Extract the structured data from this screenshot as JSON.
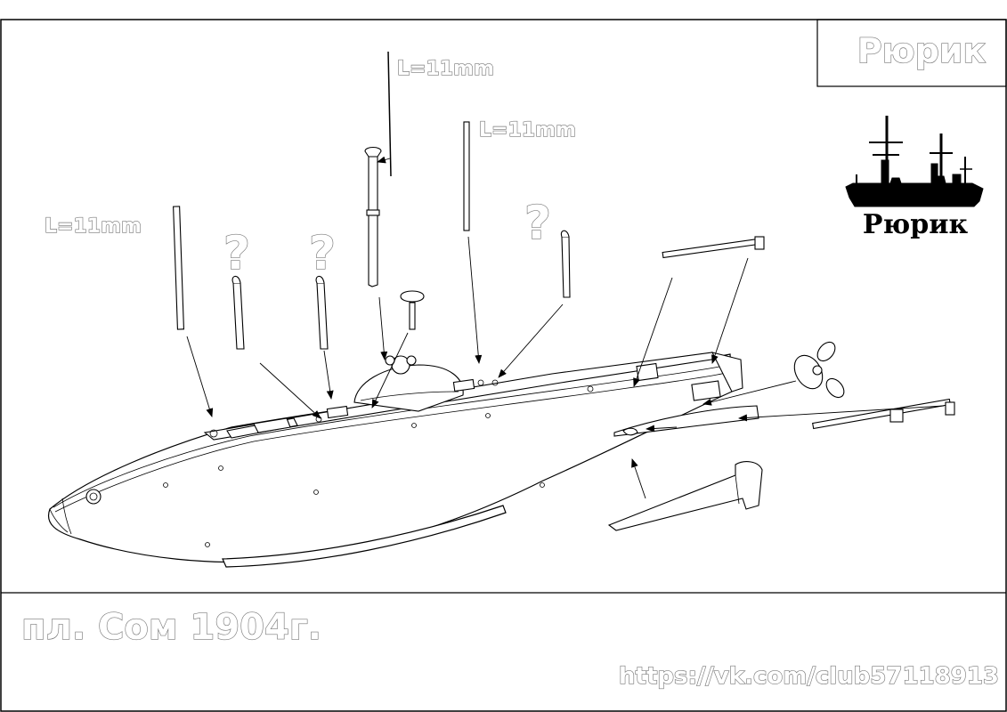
{
  "title_block": {
    "brand": "Рюрик",
    "logo_label": "Рюрик",
    "subject": "пл. Сом 1904г.",
    "url": "https://vk.com/club57118913"
  },
  "annotations": {
    "length_top": "L=11mm",
    "length_right": "L=11mm",
    "length_left": "L=11mm",
    "question_1": "?",
    "question_2": "?",
    "question_3": "?"
  },
  "colors": {
    "frame": "#000000",
    "label_outline": "#7a7a7a",
    "logo": "#000000"
  },
  "icons": {
    "logo": "cruiser-silhouette-icon"
  }
}
